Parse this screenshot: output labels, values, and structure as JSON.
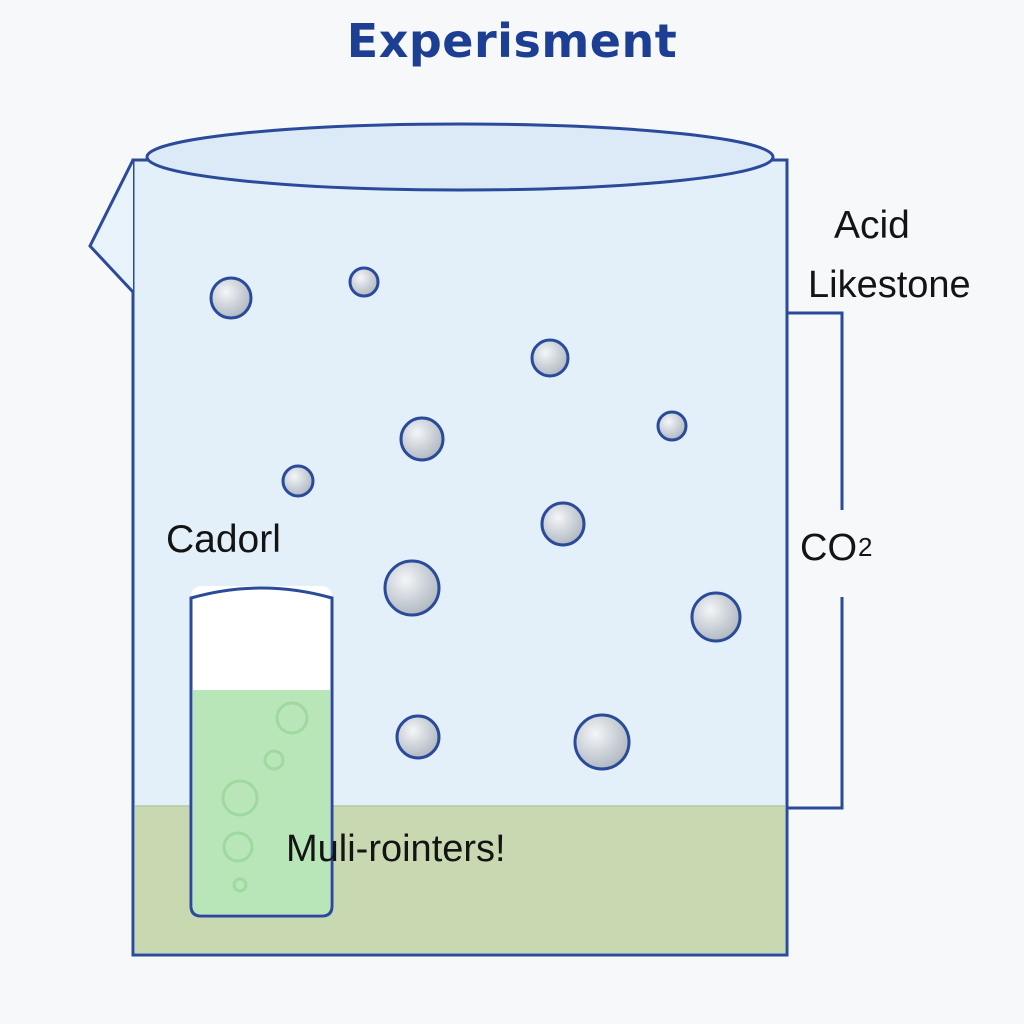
{
  "diagram": {
    "title": "Experisment",
    "labels": {
      "acid": "Acid",
      "limestone": "Likestone",
      "gas_main": "CO",
      "gas_sub": "2",
      "tube": "Cadorl",
      "bottom": "Muli-rointers!"
    },
    "colors": {
      "title": "#1c3f93",
      "outline": "#2a4a9a",
      "beaker_fill": "#e3f0f9",
      "sediment": "#c8d9b2",
      "tube_liquid": "#b8e6b8",
      "bubble": "#c9cfd6"
    }
  }
}
